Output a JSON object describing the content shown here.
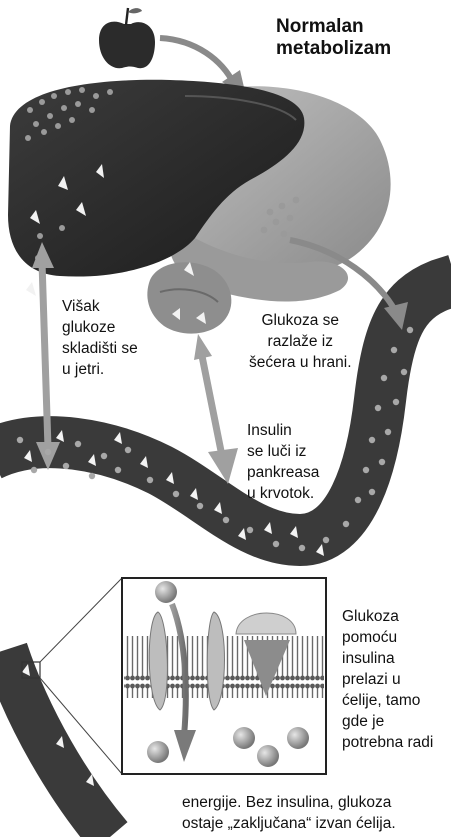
{
  "title": {
    "line1": "Normalan",
    "line2": "metabolizam"
  },
  "labels": {
    "liver_storage": [
      "Višak",
      "glukoze",
      "skladišti se",
      "u jetri."
    ],
    "glucose_digestion": [
      "Glukoza se",
      "razlaže iz",
      "šećera u hrani."
    ],
    "insulin_release": [
      "Insulin",
      "se luči iz",
      "pankreasa",
      "u krvotok."
    ],
    "cell_uptake": [
      "Glukoza",
      "pomoću",
      "insulina",
      "prelazi u",
      "ćelije, tamo",
      "gde je",
      "potrebna radi"
    ],
    "cell_uptake_bottom": [
      "energije. Bez insulina, glukoza",
      "ostaje „zaključana“ izvan ćelija."
    ]
  },
  "colors": {
    "liver": "#2f2f2f",
    "stomach": "#a9a9a9",
    "vessel": "#3a3a3a",
    "glucose": "#9a9a9a",
    "membrane": "#5a5a5a"
  }
}
